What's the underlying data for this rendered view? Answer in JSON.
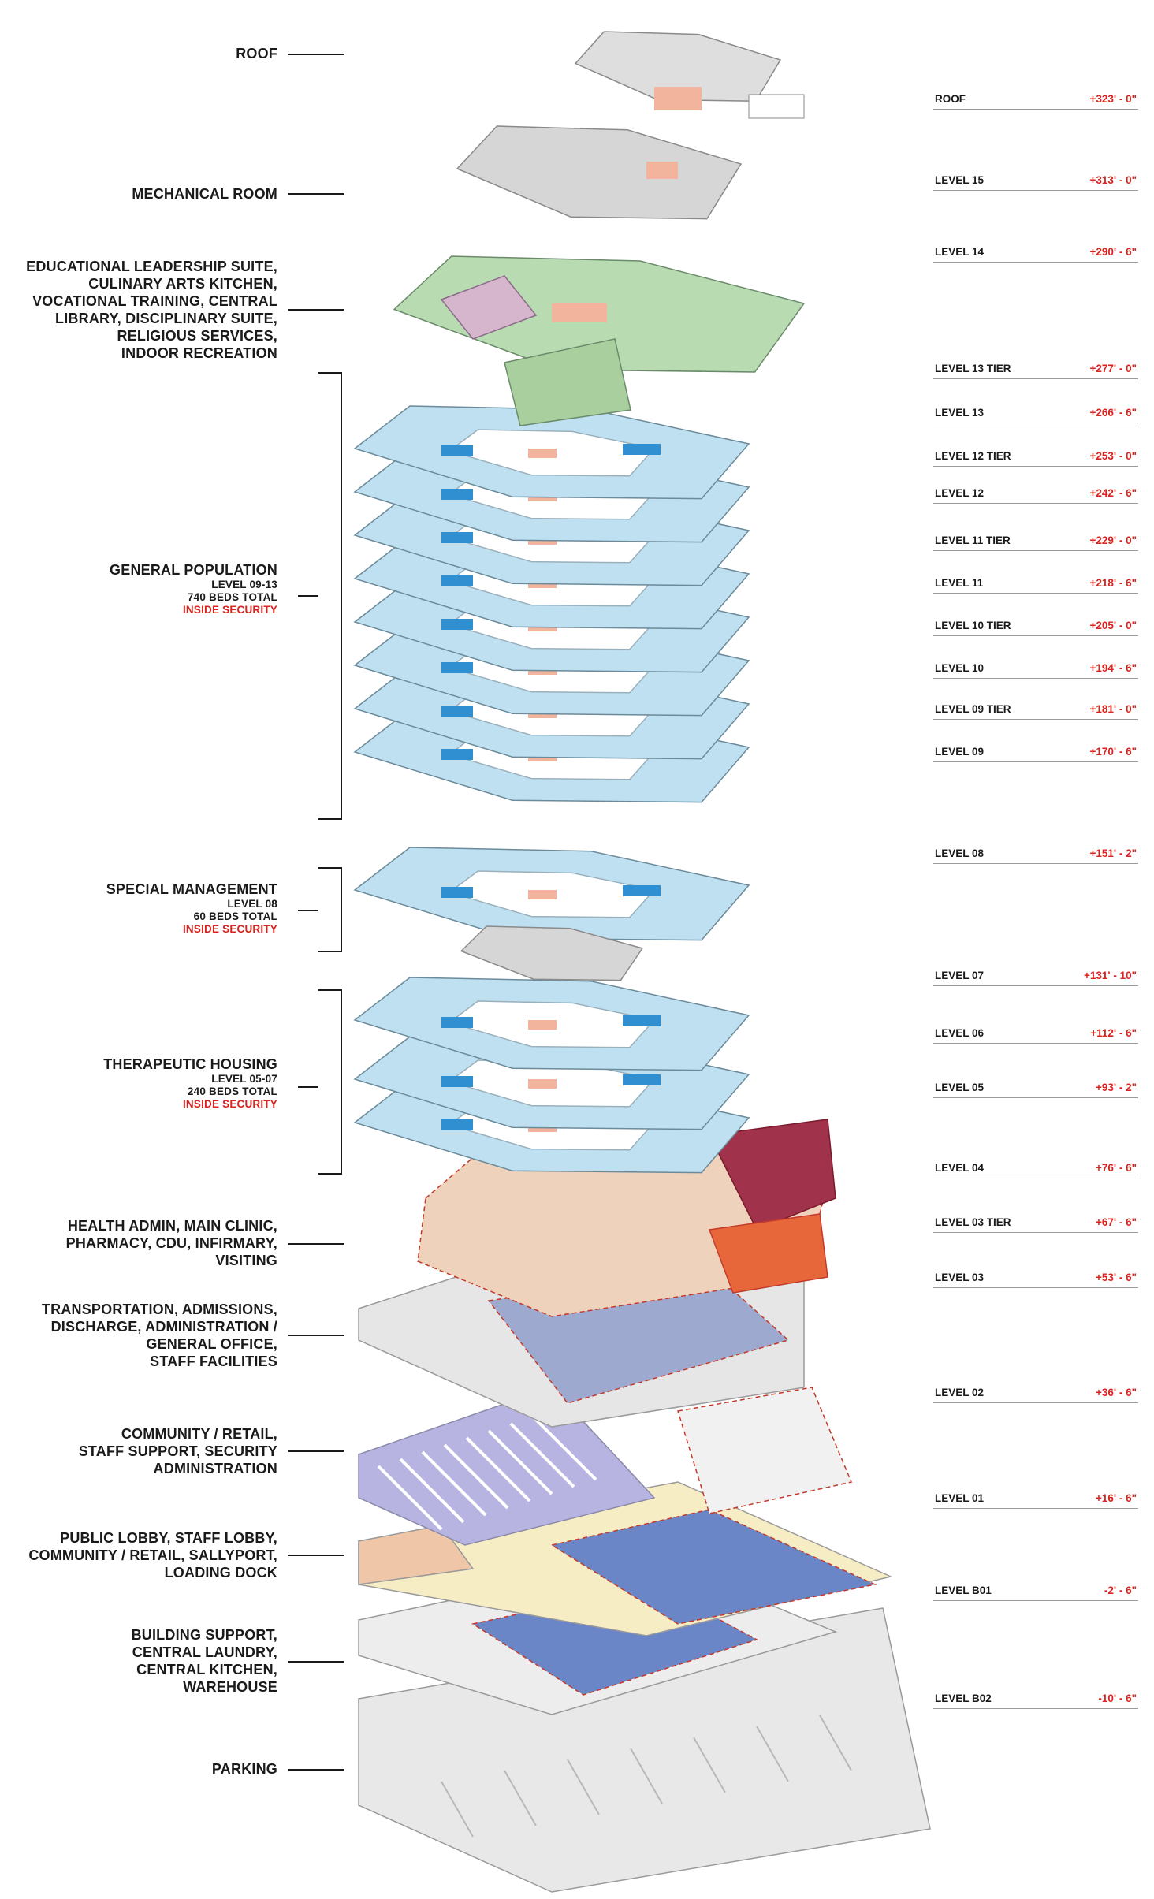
{
  "colors": {
    "accent_red": "#d9231f",
    "general_population": "#bfe0f0",
    "cell_blue": "#2f8fd1",
    "shared_core": "#f2b49c",
    "education": "#b9dbb2",
    "mechanical": "#d6d6d6",
    "health": "#efd2bb",
    "infirmary": "#a1324b",
    "visiting": "#e7673b",
    "admin": "#9ea9cf",
    "retail": "#b7b4e2",
    "lobby": "#f6edc4",
    "support": "#6b86c7",
    "parking": "#e8e8e8"
  },
  "programs": [
    {
      "lines": [
        "ROOF"
      ]
    },
    {
      "lines": [
        "MECHANICAL ROOM"
      ]
    },
    {
      "lines": [
        "EDUCATIONAL LEADERSHIP SUITE,",
        "CULINARY ARTS KITCHEN,",
        "VOCATIONAL TRAINING, CENTRAL",
        "LIBRARY, DISCIPLINARY SUITE,",
        "RELIGIOUS SERVICES,",
        "INDOOR RECREATION"
      ]
    },
    {
      "lines": [
        "GENERAL POPULATION"
      ],
      "sub": [
        "LEVEL 09-13",
        "740 BEDS TOTAL"
      ],
      "security": "INSIDE SECURITY"
    },
    {
      "lines": [
        "SPECIAL MANAGEMENT"
      ],
      "sub": [
        "LEVEL 08",
        "60 BEDS TOTAL"
      ],
      "security": "INSIDE SECURITY"
    },
    {
      "lines": [
        "THERAPEUTIC HOUSING"
      ],
      "sub": [
        "LEVEL 05-07",
        "240 BEDS TOTAL"
      ],
      "security": "INSIDE SECURITY"
    },
    {
      "lines": [
        "HEALTH ADMIN, MAIN CLINIC,",
        "PHARMACY, CDU, INFIRMARY,",
        "VISITING"
      ]
    },
    {
      "lines": [
        "TRANSPORTATION, ADMISSIONS,",
        "DISCHARGE, ADMINISTRATION /",
        "GENERAL OFFICE,",
        "STAFF FACILITIES"
      ]
    },
    {
      "lines": [
        "COMMUNITY / RETAIL,",
        "STAFF SUPPORT, SECURITY",
        "ADMINISTRATION"
      ]
    },
    {
      "lines": [
        "PUBLIC LOBBY, STAFF LOBBY,",
        "COMMUNITY / RETAIL, SALLYPORT,",
        "LOADING DOCK"
      ]
    },
    {
      "lines": [
        "BUILDING SUPPORT,",
        "CENTRAL LAUNDRY,",
        "CENTRAL KITCHEN,",
        "WAREHOUSE"
      ]
    },
    {
      "lines": [
        "PARKING"
      ]
    }
  ],
  "levels": [
    {
      "name": "ROOF",
      "elevation": "+323' - 0\""
    },
    {
      "name": "LEVEL 15",
      "elevation": "+313' - 0\""
    },
    {
      "name": "LEVEL 14",
      "elevation": "+290' - 6\""
    },
    {
      "name": "LEVEL 13 TIER",
      "elevation": "+277' - 0\""
    },
    {
      "name": "LEVEL 13",
      "elevation": "+266' - 6\""
    },
    {
      "name": "LEVEL 12 TIER",
      "elevation": "+253' - 0\""
    },
    {
      "name": "LEVEL 12",
      "elevation": "+242' - 6\""
    },
    {
      "name": "LEVEL 11 TIER",
      "elevation": "+229' - 0\""
    },
    {
      "name": "LEVEL 11",
      "elevation": "+218' - 6\""
    },
    {
      "name": "LEVEL 10 TIER",
      "elevation": "+205' - 0\""
    },
    {
      "name": "LEVEL 10",
      "elevation": "+194' - 6\""
    },
    {
      "name": "LEVEL 09 TIER",
      "elevation": "+181' - 0\""
    },
    {
      "name": "LEVEL 09",
      "elevation": "+170' - 6\""
    },
    {
      "name": "LEVEL 08",
      "elevation": "+151' - 2\""
    },
    {
      "name": "LEVEL 07",
      "elevation": "+131' - 10\""
    },
    {
      "name": "LEVEL 06",
      "elevation": "+112' - 6\""
    },
    {
      "name": "LEVEL 05",
      "elevation": "+93' - 2\""
    },
    {
      "name": "LEVEL 04",
      "elevation": "+76' - 6\""
    },
    {
      "name": "LEVEL 03 TIER",
      "elevation": "+67' - 6\""
    },
    {
      "name": "LEVEL 03",
      "elevation": "+53' - 6\""
    },
    {
      "name": "LEVEL 02",
      "elevation": "+36' - 6\""
    },
    {
      "name": "LEVEL 01",
      "elevation": "+16' - 6\""
    },
    {
      "name": "LEVEL B01",
      "elevation": "-2' - 6\""
    },
    {
      "name": "LEVEL B02",
      "elevation": "-10' - 6\""
    }
  ]
}
